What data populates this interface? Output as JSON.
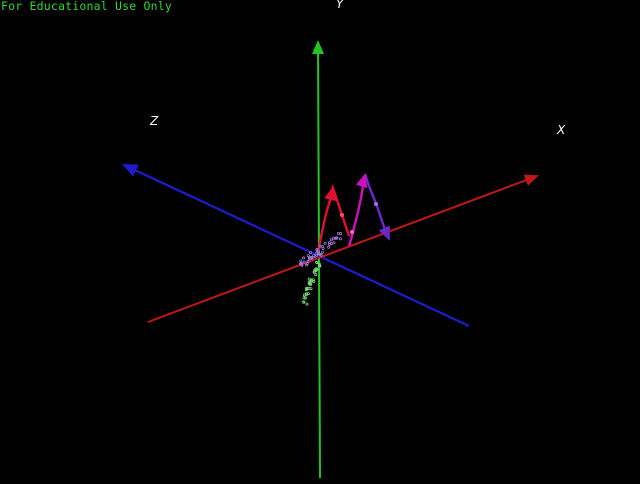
{
  "watermark": "For Educational Use Only",
  "axes": {
    "x": {
      "label": "X",
      "color": "#c01818"
    },
    "y": {
      "label": "Y",
      "color": "#22c422"
    },
    "z": {
      "label": "Z",
      "color": "#1c1ccc"
    }
  },
  "curves": {
    "red_peak_color": "#e01030",
    "magenta_color": "#cc10bb",
    "violet_color": "#6a28c8",
    "scatter_green": "#7ad87a",
    "scatter_violet": "#9a7ad8"
  }
}
